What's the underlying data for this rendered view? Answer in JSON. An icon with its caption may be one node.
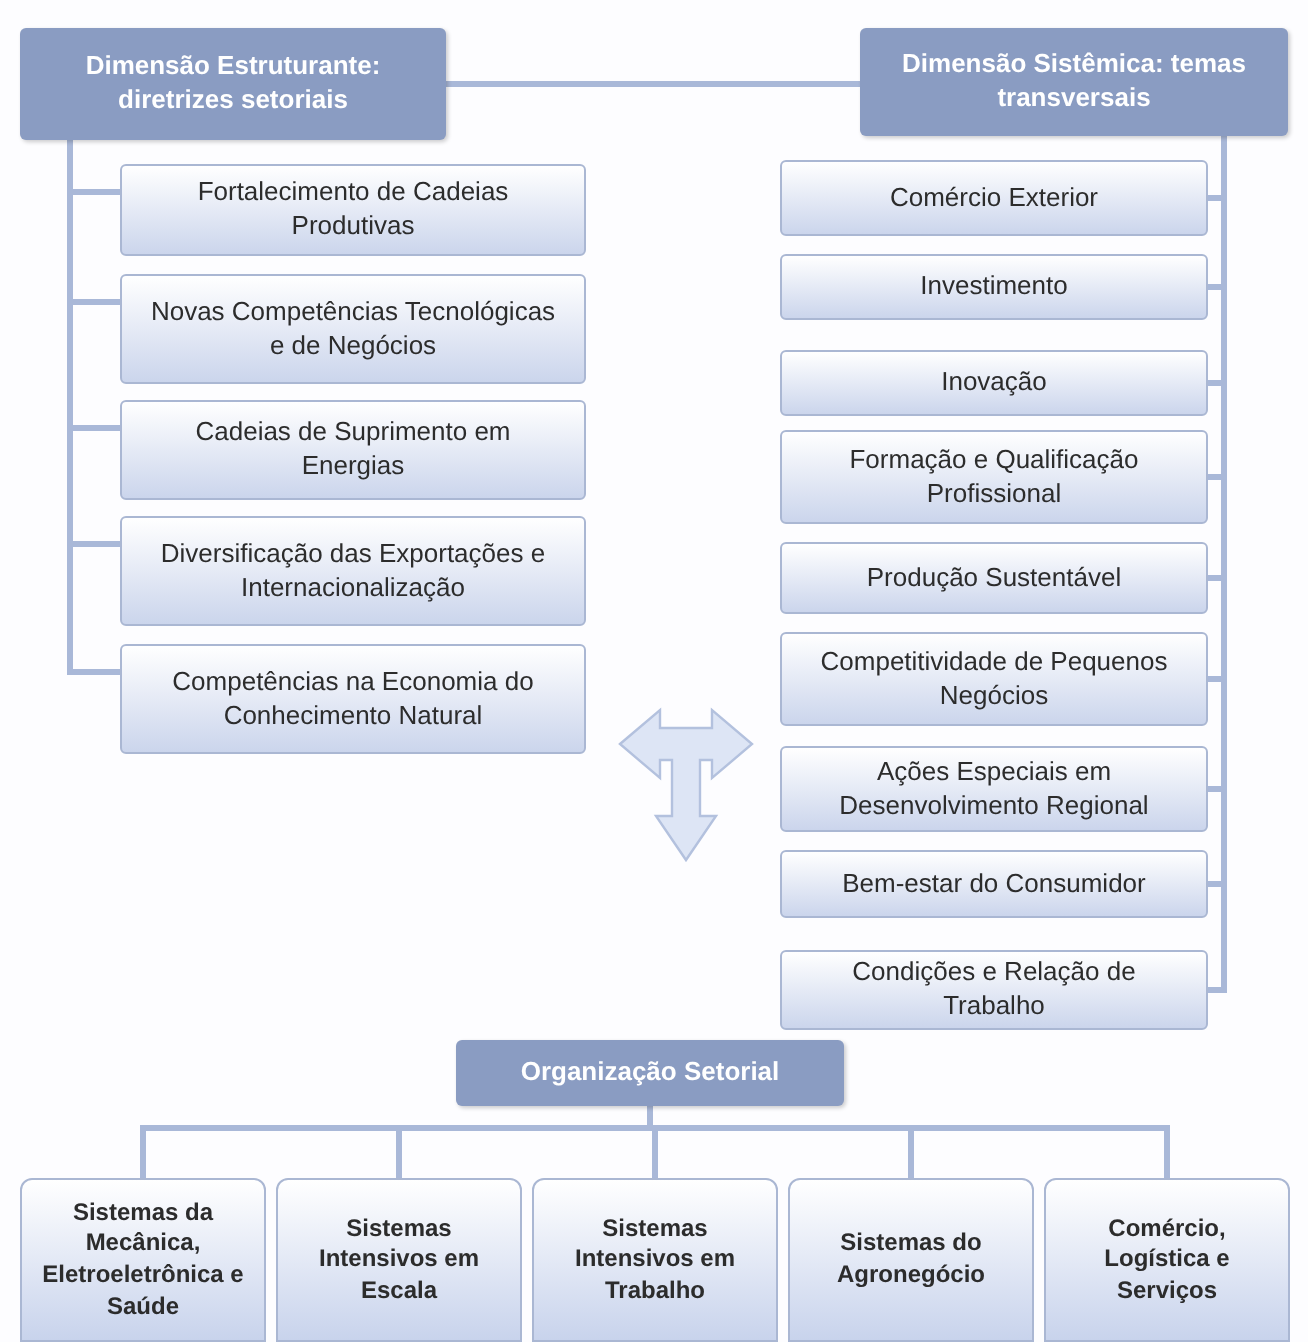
{
  "diagram": {
    "nodes": [
      {
        "text": [
          "Dimensão Estruturante: diretrizes setoriais"
        ]
      },
      {
        "text": [
          "Fortalecimento de Cadeias Produtivas"
        ]
      },
      {
        "text": [
          "Novas Competências Tecnológicas e de Negócios"
        ]
      },
      {
        "text": [
          "Cadeias de Suprimento em Energias"
        ]
      },
      {
        "text": [
          "Diversificação das Exportações e Internacionalização"
        ]
      },
      {
        "text": [
          "Competências na Economia do Conhecimento Natural"
        ]
      },
      {
        "text": [
          "Dimensão Sistêmica: temas transversais"
        ]
      },
      {
        "text": [
          "Comércio Exterior"
        ]
      },
      {
        "text": [
          "Investimento"
        ]
      },
      {
        "text": [
          "Inovação"
        ]
      },
      {
        "text": [
          "Formação e Qualificação Profissional"
        ]
      },
      {
        "text": [
          "Produção Sustentável"
        ]
      },
      {
        "text": [
          "Competitividade de Pequenos Negócios"
        ]
      },
      {
        "text": [
          "Ações Especiais em Desenvolvimento Regional"
        ]
      },
      {
        "text": [
          "Bem-estar do Consumidor"
        ]
      },
      {
        "text": [
          "Condições e Relação de Trabalho"
        ]
      },
      {
        "text": [
          "Organização Setorial"
        ]
      },
      {
        "text": [
          "Sistemas da Mecânica, Eletroeletrônica e Saúde"
        ]
      },
      {
        "text": [
          "Sistemas Intensivos em Escala"
        ]
      },
      {
        "text": [
          "Sistemas Intensivos em Trabalho"
        ]
      },
      {
        "text": [
          "Sistemas do Agronegócio"
        ]
      },
      {
        "text": [
          "Comércio, Logística e Serviços"
        ]
      }
    ],
    "edges": [
      {
        "from": 0,
        "to": 6,
        "arrow": "none"
      },
      {
        "from": 0,
        "to": 1,
        "arrow": "none"
      },
      {
        "from": 0,
        "to": 2,
        "arrow": "none"
      },
      {
        "from": 0,
        "to": 3,
        "arrow": "none"
      },
      {
        "from": 0,
        "to": 4,
        "arrow": "none"
      },
      {
        "from": 0,
        "to": 5,
        "arrow": "none"
      },
      {
        "from": 6,
        "to": 7,
        "arrow": "none"
      },
      {
        "from": 6,
        "to": 8,
        "arrow": "none"
      },
      {
        "from": 6,
        "to": 9,
        "arrow": "none"
      },
      {
        "from": 6,
        "to": 10,
        "arrow": "none"
      },
      {
        "from": 6,
        "to": 11,
        "arrow": "none"
      },
      {
        "from": 6,
        "to": 12,
        "arrow": "none"
      },
      {
        "from": 6,
        "to": 13,
        "arrow": "none"
      },
      {
        "from": 6,
        "to": 14,
        "arrow": "none"
      },
      {
        "from": 6,
        "to": 15,
        "arrow": "none"
      },
      {
        "from": 16,
        "to": 17,
        "arrow": "none"
      },
      {
        "from": 16,
        "to": 18,
        "arrow": "none"
      },
      {
        "from": 16,
        "to": 19,
        "arrow": "none"
      },
      {
        "from": 16,
        "to": 20,
        "arrow": "none"
      },
      {
        "from": 16,
        "to": 21,
        "arrow": "none"
      }
    ]
  }
}
